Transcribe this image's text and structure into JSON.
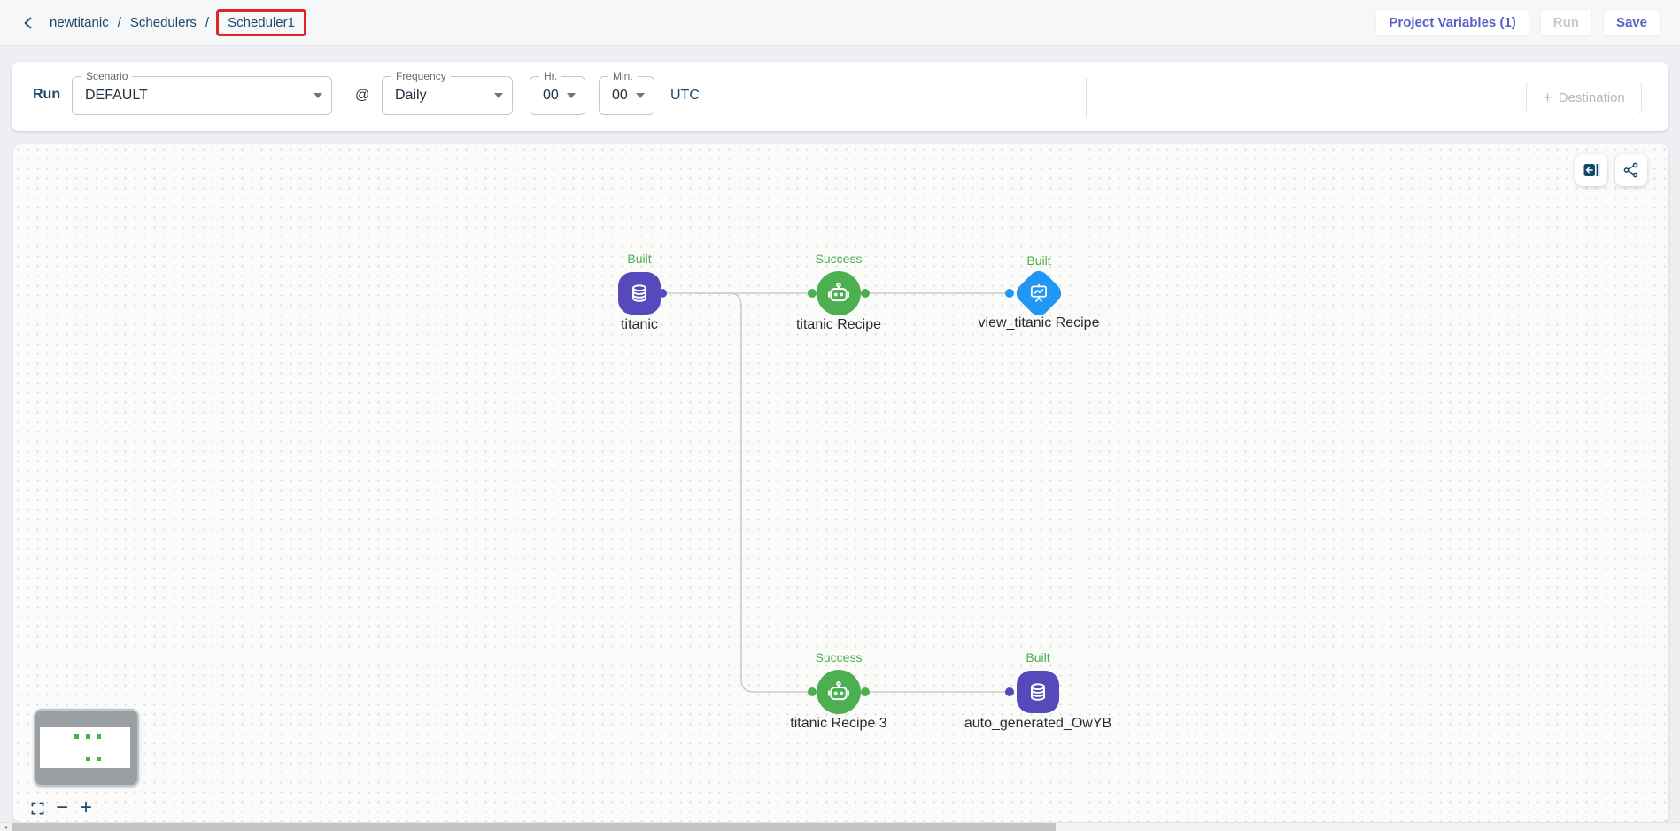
{
  "breadcrumb": {
    "back_icon": "chevron-left",
    "project": "newtitanic",
    "separator1": "/",
    "section": "Schedulers",
    "separator2": "/",
    "current": "Scheduler1"
  },
  "header_actions": {
    "project_variables": "Project Variables (1)",
    "run": "Run",
    "save": "Save"
  },
  "toolbar": {
    "run_label": "Run",
    "scenario_label": "Scenario",
    "scenario_value": "DEFAULT",
    "at_symbol": "@",
    "frequency_label": "Frequency",
    "frequency_value": "Daily",
    "hour_label": "Hr.",
    "hour_value": "00",
    "minute_label": "Min.",
    "minute_value": "00",
    "timezone": "UTC",
    "destination_plus": "+",
    "destination_label": "Destination"
  },
  "canvas": {
    "tool_icons": [
      "collapse-panel-icon",
      "share-icon"
    ],
    "status_color": "#4caf50",
    "edge_color": "#cccccc",
    "nodes": [
      {
        "id": "titanic",
        "shape": "squircle",
        "color": "#5649bb",
        "icon": "database-icon",
        "status": "Built",
        "name": "titanic"
      },
      {
        "id": "titanic-recipe",
        "shape": "circle",
        "color": "#4caf50",
        "icon": "robot-icon",
        "status": "Success",
        "name": "titanic Recipe"
      },
      {
        "id": "view-titanic-recipe",
        "shape": "diamond",
        "color": "#2196f3",
        "icon": "presentation-chart-icon",
        "status": "Built",
        "name": "view_titanic Recipe"
      },
      {
        "id": "titanic-recipe-3",
        "shape": "circle",
        "color": "#4caf50",
        "icon": "robot-icon",
        "status": "Success",
        "name": "titanic Recipe 3"
      },
      {
        "id": "auto-generated-owyb",
        "shape": "squircle",
        "color": "#5649bb",
        "icon": "database-icon",
        "status": "Built",
        "name": "auto_generated_OwYB"
      }
    ],
    "edges": [
      {
        "from": "titanic",
        "to": "titanic-recipe"
      },
      {
        "from": "titanic",
        "to": "titanic-recipe-3"
      },
      {
        "from": "titanic-recipe",
        "to": "view-titanic-recipe"
      },
      {
        "from": "titanic-recipe-3",
        "to": "auto-generated-owyb"
      }
    ]
  },
  "minimap": {
    "zoom_out": "−",
    "zoom_in": "+"
  },
  "colors": {
    "accent": "#5a5fc8",
    "navy": "#1d476b",
    "highlight_red": "#e2242a",
    "node_purple": "#5649bb",
    "node_green": "#4caf50",
    "node_blue": "#2196f3"
  }
}
